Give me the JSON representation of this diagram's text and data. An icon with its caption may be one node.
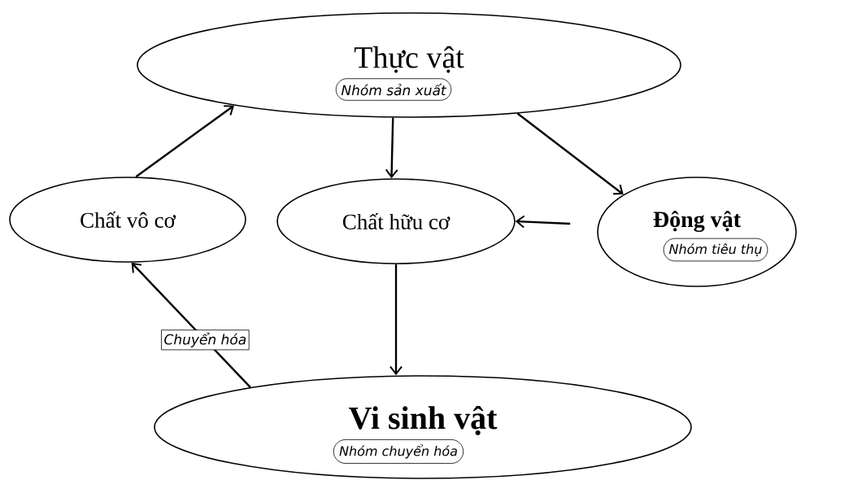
{
  "diagram": {
    "nodes": [
      {
        "text": [
          "Thực vật"
        ]
      },
      {
        "text": [
          "Nhóm sản xuất"
        ],
        "in": 0
      },
      {
        "text": [
          "Chất vô cơ"
        ]
      },
      {
        "text": [
          "Chất hữu cơ"
        ]
      },
      {
        "text": [
          "Động vật"
        ]
      },
      {
        "text": [
          "Nhóm tiêu thụ"
        ],
        "in": 4
      },
      {
        "text": [
          "Vi sinh vật"
        ]
      },
      {
        "text": [
          "Nhóm chuyển hóa"
        ],
        "in": 6
      }
    ],
    "edges": [
      {
        "from": 2,
        "to": 0,
        "arrow": "to"
      },
      {
        "from": 0,
        "to": 3,
        "arrow": "to"
      },
      {
        "from": 0,
        "to": 4,
        "arrow": "to"
      },
      {
        "from": 4,
        "to": 3,
        "arrow": "to"
      },
      {
        "from": 3,
        "to": 6,
        "arrow": "to"
      },
      {
        "from": 6,
        "to": 2,
        "arrow": "to",
        "label": "Chuyển hóa"
      }
    ]
  }
}
